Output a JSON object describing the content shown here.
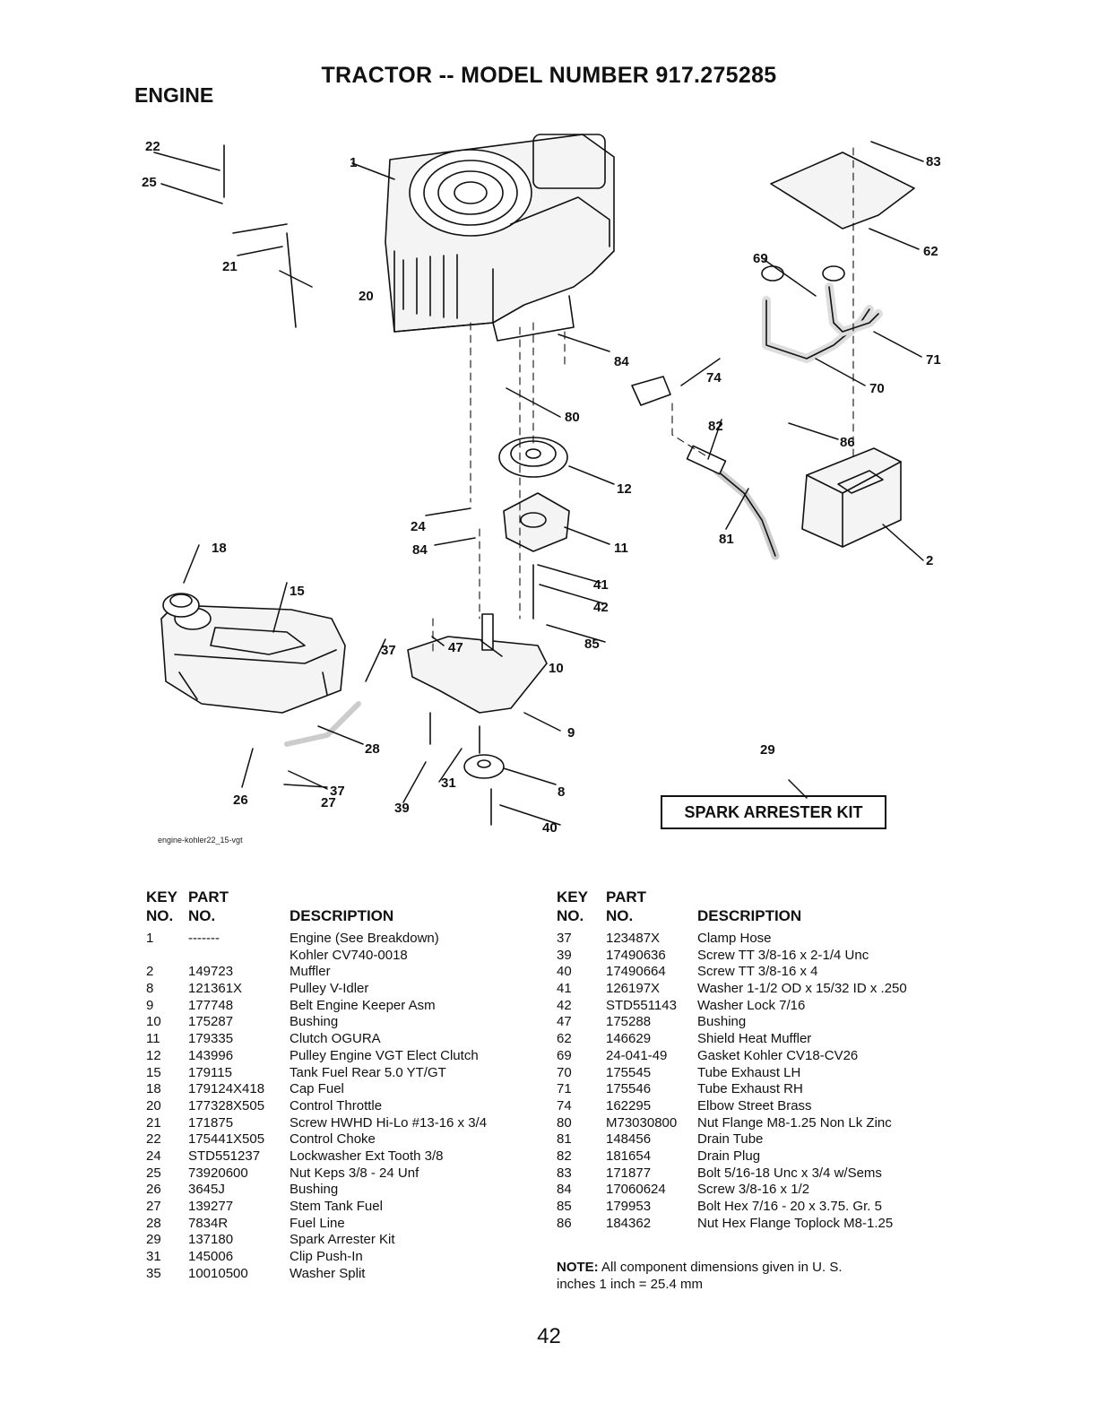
{
  "header": {
    "title": "TRACTOR -- MODEL NUMBER 917.275285",
    "section": "ENGINE"
  },
  "diagram": {
    "image_code": "engine-kohler22_15-vgt",
    "callouts": [
      "22",
      "25",
      "1",
      "21",
      "20",
      "84",
      "80",
      "12",
      "24",
      "84",
      "11",
      "18",
      "15",
      "41",
      "42",
      "85",
      "37",
      "47",
      "10",
      "9",
      "28",
      "31",
      "8",
      "26",
      "27",
      "37",
      "39",
      "40",
      "83",
      "62",
      "69",
      "71",
      "70",
      "74",
      "82",
      "86",
      "81",
      "2",
      "29"
    ],
    "kit_key": "29",
    "kit_label": "SPARK ARRESTER KIT"
  },
  "table_headers": {
    "key": [
      "KEY",
      "NO."
    ],
    "part": [
      "PART",
      "NO."
    ],
    "description": "DESCRIPTION"
  },
  "parts_left": [
    {
      "key": "1",
      "part": "-------",
      "desc": "Engine (See Breakdown)"
    },
    {
      "key": "",
      "part": "",
      "desc": "Kohler CV740-0018"
    },
    {
      "key": "2",
      "part": "149723",
      "desc": "Muffler"
    },
    {
      "key": "8",
      "part": "121361X",
      "desc": "Pulley V-Idler"
    },
    {
      "key": "9",
      "part": "177748",
      "desc": "Belt Engine Keeper Asm"
    },
    {
      "key": "10",
      "part": "175287",
      "desc": "Bushing"
    },
    {
      "key": "11",
      "part": "179335",
      "desc": "Clutch OGURA"
    },
    {
      "key": "12",
      "part": "143996",
      "desc": "Pulley Engine VGT Elect Clutch"
    },
    {
      "key": "15",
      "part": "179115",
      "desc": "Tank Fuel Rear 5.0 YT/GT"
    },
    {
      "key": "18",
      "part": "179124X418",
      "desc": "Cap Fuel"
    },
    {
      "key": "20",
      "part": "177328X505",
      "desc": "Control Throttle"
    },
    {
      "key": "21",
      "part": "171875",
      "desc": "Screw HWHD Hi-Lo #13-16 x 3/4"
    },
    {
      "key": "22",
      "part": "175441X505",
      "desc": "Control Choke"
    },
    {
      "key": "24",
      "part": "STD551237",
      "desc": "Lockwasher Ext Tooth 3/8"
    },
    {
      "key": "25",
      "part": "73920600",
      "desc": "Nut Keps 3/8 - 24 Unf"
    },
    {
      "key": "26",
      "part": "3645J",
      "desc": "Bushing"
    },
    {
      "key": "27",
      "part": "139277",
      "desc": "Stem Tank Fuel"
    },
    {
      "key": "28",
      "part": "7834R",
      "desc": "Fuel Line"
    },
    {
      "key": "29",
      "part": "137180",
      "desc": "Spark Arrester Kit"
    },
    {
      "key": "31",
      "part": "145006",
      "desc": "Clip Push-In"
    },
    {
      "key": "35",
      "part": "10010500",
      "desc": "Washer Split"
    }
  ],
  "parts_right": [
    {
      "key": "37",
      "part": "123487X",
      "desc": "Clamp Hose"
    },
    {
      "key": "39",
      "part": "17490636",
      "desc": "Screw TT 3/8-16 x 2-1/4 Unc"
    },
    {
      "key": "40",
      "part": "17490664",
      "desc": "Screw TT 3/8-16 x 4"
    },
    {
      "key": "41",
      "part": "126197X",
      "desc": "Washer 1-1/2 OD x 15/32 ID x .250"
    },
    {
      "key": "42",
      "part": "STD551143",
      "desc": "Washer Lock 7/16"
    },
    {
      "key": "47",
      "part": "175288",
      "desc": "Bushing"
    },
    {
      "key": "62",
      "part": "146629",
      "desc": "Shield Heat Muffler"
    },
    {
      "key": "69",
      "part": "24-041-49",
      "desc": "Gasket Kohler CV18-CV26"
    },
    {
      "key": "70",
      "part": "175545",
      "desc": "Tube Exhaust LH"
    },
    {
      "key": "71",
      "part": "175546",
      "desc": "Tube Exhaust RH"
    },
    {
      "key": "74",
      "part": "162295",
      "desc": "Elbow Street Brass"
    },
    {
      "key": "80",
      "part": "M73030800",
      "desc": "Nut Flange M8-1.25 Non Lk Zinc"
    },
    {
      "key": "81",
      "part": "148456",
      "desc": "Drain Tube"
    },
    {
      "key": "82",
      "part": "181654",
      "desc": "Drain Plug"
    },
    {
      "key": "83",
      "part": "171877",
      "desc": "Bolt 5/16-18 Unc x 3/4 w/Sems"
    },
    {
      "key": "84",
      "part": "17060624",
      "desc": "Screw 3/8-16 x 1/2"
    },
    {
      "key": "85",
      "part": "179953",
      "desc": "Bolt Hex 7/16 - 20 x 3.75. Gr. 5"
    },
    {
      "key": "86",
      "part": "184362",
      "desc": "Nut Hex Flange Toplock M8-1.25"
    }
  ],
  "note": {
    "label": "NOTE:",
    "text": "All component dimensions given in U. S.",
    "text2": "inches 1 inch = 25.4 mm"
  },
  "page_number": "42"
}
